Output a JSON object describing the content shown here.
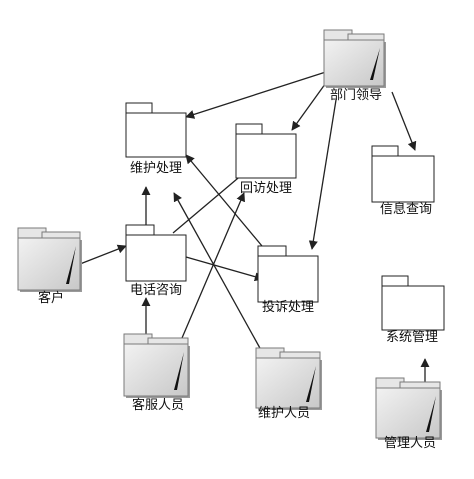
{
  "diagram": {
    "title": "",
    "packages": {
      "leader": {
        "label": "部门领导",
        "style": "actor"
      },
      "maintenance": {
        "label": "维护处理",
        "style": "plain"
      },
      "callback": {
        "label": "回访处理",
        "style": "plain"
      },
      "info_query": {
        "label": "信息查询",
        "style": "plain"
      },
      "customer": {
        "label": "客户",
        "style": "actor"
      },
      "phone_consult": {
        "label": "电话咨询",
        "style": "plain"
      },
      "complaint": {
        "label": "投诉处理",
        "style": "plain"
      },
      "system_mgmt": {
        "label": "系统管理",
        "style": "plain"
      },
      "service_staff": {
        "label": "客服人员",
        "style": "actor"
      },
      "maint_staff": {
        "label": "维护人员",
        "style": "actor"
      },
      "admin_staff": {
        "label": "管理人员",
        "style": "actor"
      }
    },
    "dependencies": [
      {
        "from": "leader",
        "to": "maintenance"
      },
      {
        "from": "leader",
        "to": "callback"
      },
      {
        "from": "leader",
        "to": "complaint"
      },
      {
        "from": "leader",
        "to": "info_query"
      },
      {
        "from": "customer",
        "to": "phone_consult"
      },
      {
        "from": "phone_consult",
        "to": "maintenance"
      },
      {
        "from": "phone_consult",
        "to": "callback"
      },
      {
        "from": "phone_consult",
        "to": "complaint"
      },
      {
        "from": "service_staff",
        "to": "phone_consult"
      },
      {
        "from": "service_staff",
        "to": "callback"
      },
      {
        "from": "complaint",
        "to": "maintenance"
      },
      {
        "from": "maint_staff",
        "to": "maintenance"
      },
      {
        "from": "admin_staff",
        "to": "system_mgmt"
      }
    ],
    "colors": {
      "line": "#222222",
      "plain_fill": "#ffffff",
      "actor_fill": "#dcdcdc",
      "actor_stroke": "#7a7a7a"
    }
  }
}
